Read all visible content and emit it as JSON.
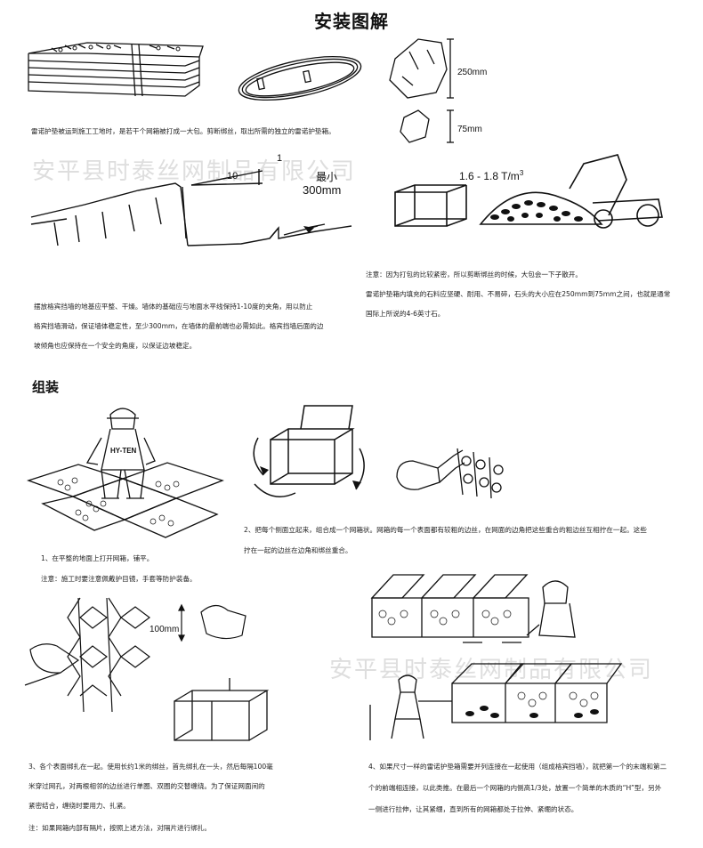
{
  "title": "安装图解",
  "labels": {
    "dim_250": "250mm",
    "dim_75": "75mm",
    "density": "1.6 - 1.8 T/m",
    "density_sup": "3",
    "slope_1": "1",
    "slope_10": "10",
    "min_label": "最小",
    "min_value": "300mm",
    "tie_100": "100mm",
    "helmet_text": "HY-TEN"
  },
  "texts": {
    "p1": "雷诺护垫被运到施工工地时，是若干个网箱被打成一大包。剪断绑丝，取出所需的独立的雷诺护垫箱。",
    "p2_line1": "注意：因为打包的比较紧密，所以剪断绑丝的时候，大包会一下子散开。",
    "p2_line2": "雷诺护垫箱内填充的石料应坚硬、耐用、不易碎，石头的大小应在250mm到75mm之间，也就是通常",
    "p2_line3": "国际上所说的4-6英寸石。",
    "p3_line1": "摆放格宾挡墙的地基应平整、干燥。墙体的基础应与地面水平线保持1-10度的夹角，用以防止",
    "p3_line2": "格宾挡墙滑动，保证墙体稳定性，至少300mm，在墙体的最前端也必需如此。格宾挡墙后面的边",
    "p3_line3": "坡倾角也应保持在一个安全的角度，以保证边坡稳定。",
    "section_assembly": "组装",
    "s1_line1": "1、在平整的地面上打开网箱，铺平。",
    "s1_line2": "注意：施工时要注意佩戴护目镜，手套等防护装备。",
    "s2_line1": "2、把每个侧面立起来，组合成一个网箱状。网箱的每一个表面都有较粗的边丝，在网面的边角把这些重合的粗边丝互相拧在一起。这些",
    "s2_line2": "拧在一起的边丝在边角和绑丝重合。",
    "s3_line1": "3、各个表面绑扎在一起。使用长约1米的绑丝，首先绑扎在一头，然后每隔100毫",
    "s3_line2": "米穿过网孔，对两根相邻的边丝进行单圈、双圈的交替缠绕。为了保证网面间的",
    "s3_line3": "紧密结合，缠绕时要用力、扎紧。",
    "s3_line4": "注：如果网箱内部有隔片，按照上述方法，对隔片进行绑扎。",
    "s4_line1": "4、如果尺寸一样的雷诺护垫箱需要并列连接在一起使用（组成格宾挡墙），就把第一个的末端和第二",
    "s4_line2": "个的前端相连接，以此类推。在最后一个网箱的内侧高1/3处，放置一个简单的木质的“H”型，另外",
    "s4_line3": "一侧进行拉伸，让其紧绷，直到所有的网箱都处于拉伸、紧绷的状态。"
  },
  "watermarks": {
    "wm1": "安平县时泰丝网制品有限公司",
    "wm2": "安平县时泰丝网制品有限公司"
  }
}
